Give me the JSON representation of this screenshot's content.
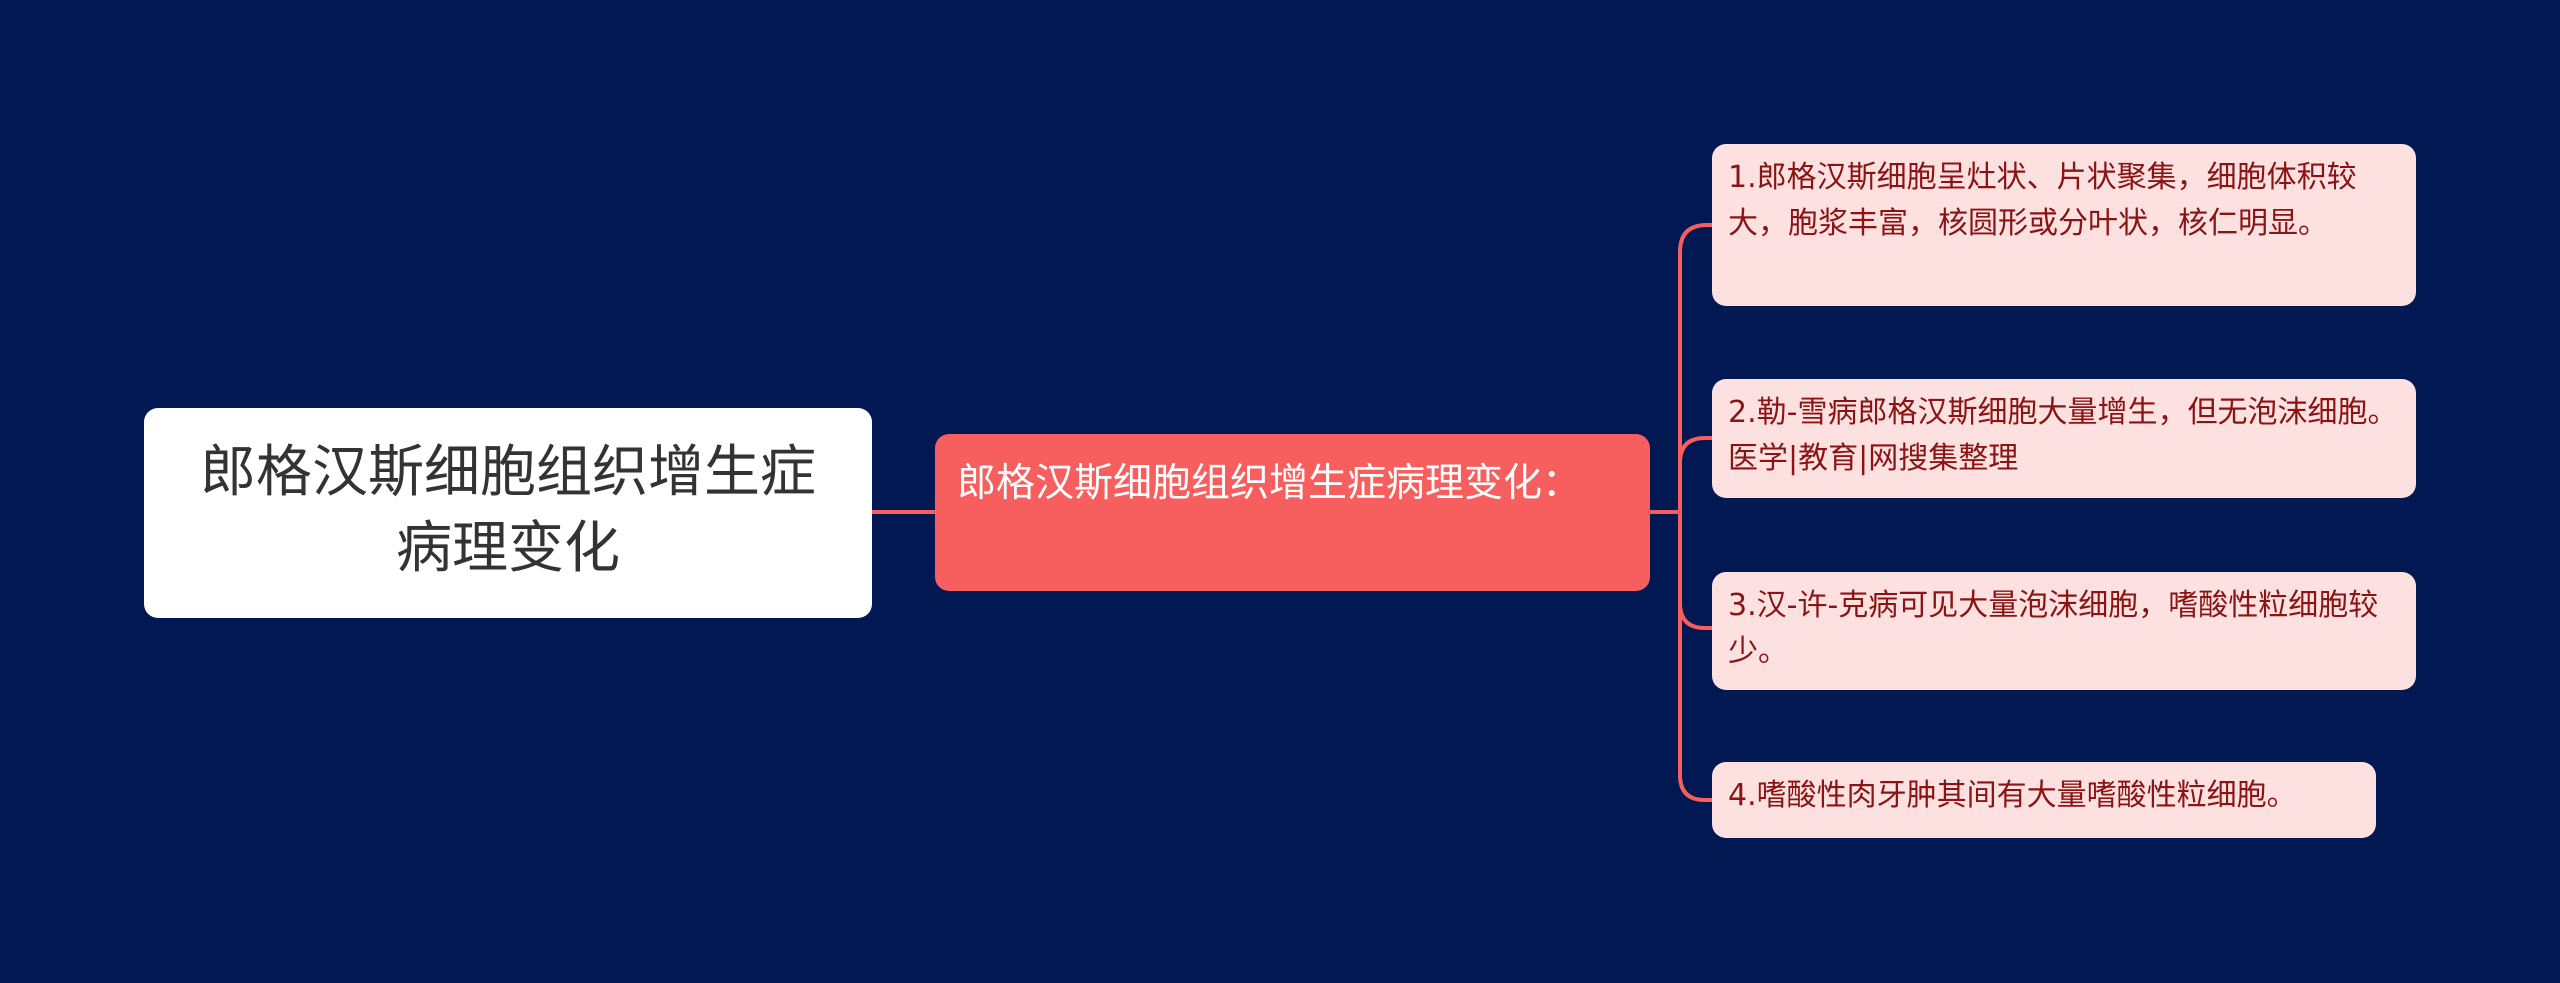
{
  "colors": {
    "background": "#011852",
    "root_fill": "#ffffff",
    "mid_fill": "#f75e5e",
    "leaf_fill": "#fde0e0",
    "connector": "#f75e5e"
  },
  "root": {
    "label": "郎格汉斯细胞组织增生症病理变化"
  },
  "main_branch": {
    "label": "郎格汉斯细胞组织增生症病理变化："
  },
  "leaves": [
    {
      "label": "1.郎格汉斯细胞呈灶状、片状聚集，细胞体积较大，胞浆丰富，核圆形或分叶状，核仁明显。"
    },
    {
      "label": "2.勒-雪病郎格汉斯细胞大量增生，但无泡沫细胞。医学|教育|网搜集整理"
    },
    {
      "label": "3.汉-许-克病可见大量泡沫细胞，嗜酸性粒细胞较少。"
    },
    {
      "label": "4.嗜酸性肉牙肿其间有大量嗜酸性粒细胞。"
    }
  ]
}
